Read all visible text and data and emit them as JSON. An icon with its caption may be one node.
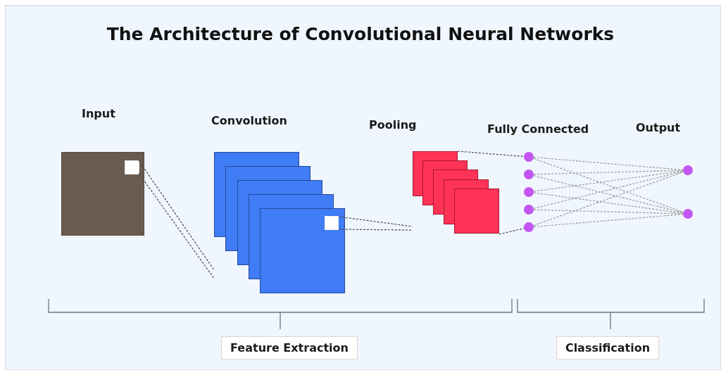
{
  "diagram": {
    "title": "The Architecture of Convolutional Neural Networks",
    "nodes": [
      {
        "text": [],
        "shape": "box"
      },
      {
        "text": [],
        "shape": "box",
        "in": 0
      },
      {
        "text": [],
        "shape": "stack"
      },
      {
        "text": [],
        "shape": "box",
        "in": 2
      },
      {
        "text": [],
        "shape": "stack"
      },
      {
        "text": [],
        "shape": "circle"
      },
      {
        "text": [],
        "shape": "circle"
      },
      {
        "text": [],
        "shape": "circle"
      },
      {
        "text": [],
        "shape": "circle"
      },
      {
        "text": [],
        "shape": "circle"
      },
      {
        "text": [],
        "shape": "circle"
      },
      {
        "text": [],
        "shape": "circle"
      },
      {
        "text": [
          "Feature Extraction"
        ]
      },
      {
        "text": [
          "Classification"
        ]
      }
    ],
    "edges": [
      {
        "from": 1,
        "to": 2,
        "arrow": "none",
        "style": "dashed",
        "color": "#4a4a4a"
      },
      {
        "from": 1,
        "to": 2,
        "arrow": "none",
        "style": "dashed",
        "color": "#4a4a4a"
      },
      {
        "from": 3,
        "to": 4,
        "arrow": "none",
        "style": "dashed",
        "color": "#4a4a4a"
      },
      {
        "from": 3,
        "to": 4,
        "arrow": "none",
        "style": "dashed",
        "color": "#4a4a4a"
      },
      {
        "from": 4,
        "to": 5,
        "arrow": "none",
        "style": "dashed",
        "color": "#4a4a4a"
      },
      {
        "from": 4,
        "to": 9,
        "arrow": "none",
        "style": "dashed",
        "color": "#4a4a4a"
      },
      {
        "from": 5,
        "to": 10,
        "arrow": "none",
        "style": "dashed"
      },
      {
        "from": 5,
        "to": 11,
        "arrow": "none",
        "style": "dashed"
      },
      {
        "from": 6,
        "to": 10,
        "arrow": "none",
        "style": "dashed"
      },
      {
        "from": 6,
        "to": 11,
        "arrow": "none",
        "style": "dashed"
      },
      {
        "from": 7,
        "to": 10,
        "arrow": "none",
        "style": "dashed"
      },
      {
        "from": 7,
        "to": 11,
        "arrow": "none",
        "style": "dashed"
      },
      {
        "from": 8,
        "to": 10,
        "arrow": "none",
        "style": "dashed"
      },
      {
        "from": 8,
        "to": 11,
        "arrow": "none",
        "style": "dashed"
      },
      {
        "from": 9,
        "to": 10,
        "arrow": "none",
        "style": "dashed"
      },
      {
        "from": 9,
        "to": 11,
        "arrow": "none",
        "style": "dashed"
      }
    ],
    "labels": [
      "Input",
      "Convolution",
      "Pooling",
      "Fully Connected",
      "Output"
    ]
  }
}
